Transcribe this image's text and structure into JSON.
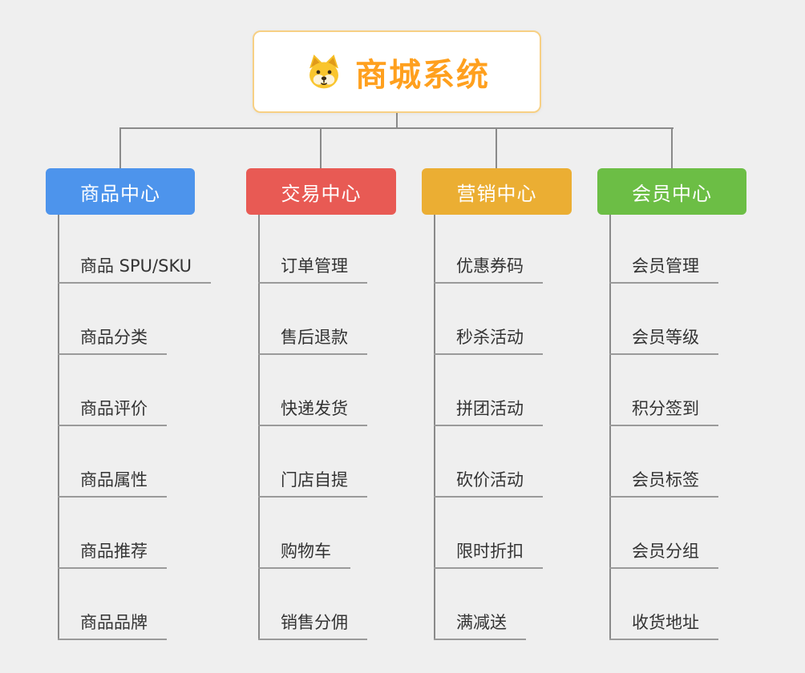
{
  "background_color": "#EFEFEF",
  "connector_color": "#8A8A8A",
  "underline_color": "#9A9A9A",
  "root": {
    "label": "商城系统",
    "icon": "dog-face-icon",
    "accent_color": "#FFA01E",
    "border_color": "#F7D084"
  },
  "branches": [
    {
      "label": "商品中心",
      "color": "#4D94EC",
      "children": [
        "商品 SPU/SKU",
        "商品分类",
        "商品评价",
        "商品属性",
        "商品推荐",
        "商品品牌"
      ]
    },
    {
      "label": "交易中心",
      "color": "#E85A54",
      "children": [
        "订单管理",
        "售后退款",
        "快递发货",
        "门店自提",
        "购物车",
        "销售分佣"
      ]
    },
    {
      "label": "营销中心",
      "color": "#EBAE33",
      "children": [
        "优惠券码",
        "秒杀活动",
        "拼团活动",
        "砍价活动",
        "限时折扣",
        "满减送"
      ]
    },
    {
      "label": "会员中心",
      "color": "#6CBE45",
      "children": [
        "会员管理",
        "会员等级",
        "积分签到",
        "会员标签",
        "会员分组",
        "收货地址"
      ]
    }
  ]
}
